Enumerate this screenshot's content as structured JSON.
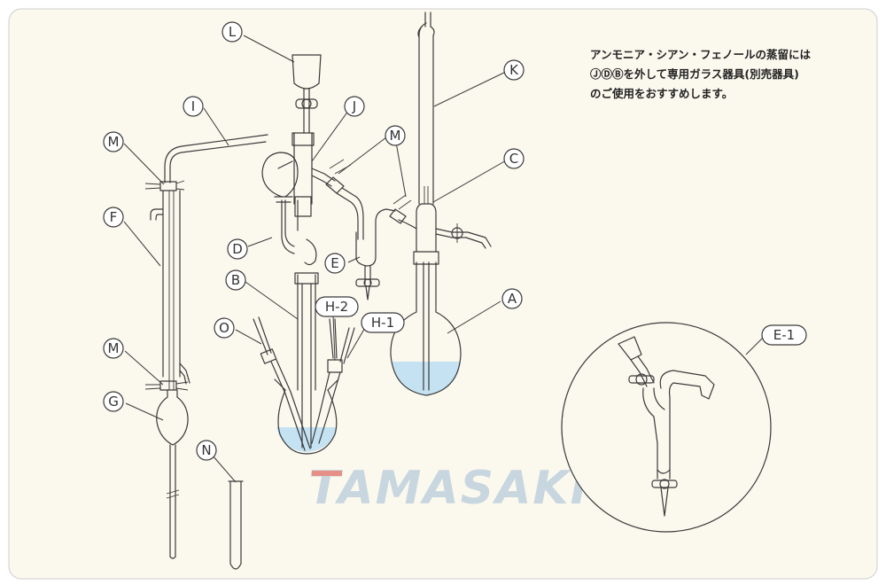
{
  "callouts": {
    "A": "A",
    "B": "B",
    "C": "C",
    "D": "D",
    "E": "E",
    "E1": "E-1",
    "F": "F",
    "G": "G",
    "H1": "H-1",
    "H2": "H-2",
    "I": "I",
    "J": "J",
    "K": "K",
    "L": "L",
    "M1": "M",
    "M2": "M",
    "M3": "M",
    "N": "N",
    "O": "O"
  },
  "note": {
    "line1": "アンモニア・シアン・フェノールの蒸留には",
    "line2": "ⒿⒹⒷを外して専用ガラス器具(別売器具)",
    "line3": "のご使用をおすすめします。"
  },
  "watermark": "TAMASAKI",
  "colors": {
    "background": "#fbf8ee",
    "water": "#c5e2f2",
    "watermark": "#c7d6df",
    "watermark_accent": "#e58f86"
  }
}
